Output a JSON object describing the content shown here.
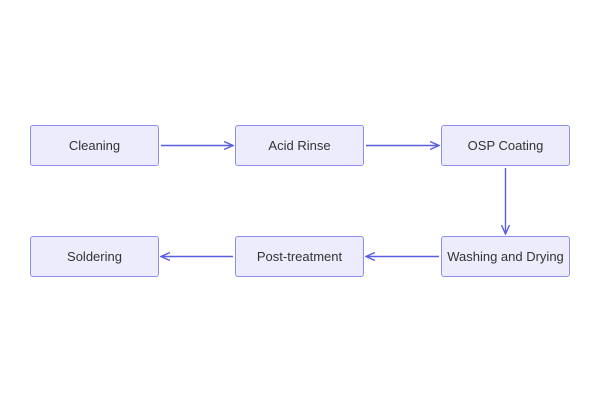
{
  "diagram": {
    "nodes": [
      {
        "id": "n1",
        "label": "Cleaning"
      },
      {
        "id": "n2",
        "label": "Acid Rinse"
      },
      {
        "id": "n3",
        "label": "OSP Coating"
      },
      {
        "id": "n4",
        "label": "Washing and Drying"
      },
      {
        "id": "n5",
        "label": "Post-treatment"
      },
      {
        "id": "n6",
        "label": "Soldering"
      }
    ],
    "edges": [
      {
        "from": "n1",
        "to": "n2"
      },
      {
        "from": "n2",
        "to": "n3"
      },
      {
        "from": "n3",
        "to": "n4"
      },
      {
        "from": "n4",
        "to": "n5"
      },
      {
        "from": "n5",
        "to": "n6"
      }
    ],
    "colors": {
      "node_fill": "#ececfd",
      "node_border": "#8d8ff0",
      "edge": "#5a5ee0",
      "text": "#333333"
    }
  }
}
